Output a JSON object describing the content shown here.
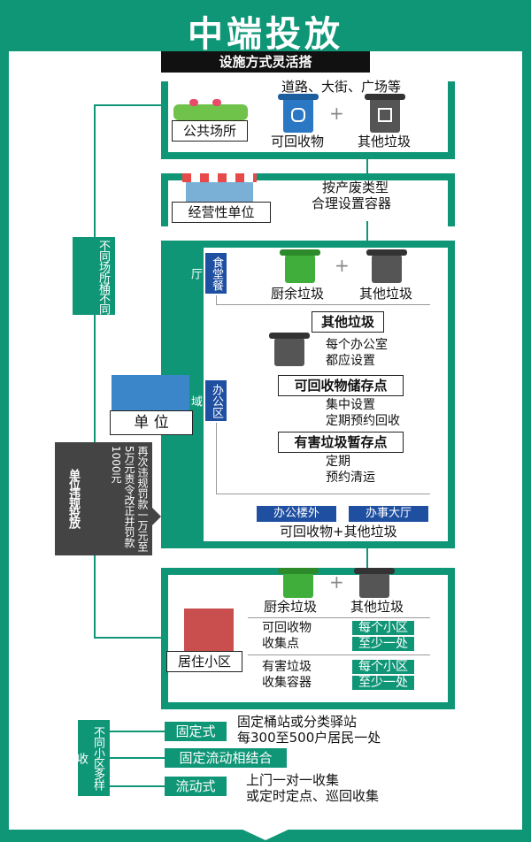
{
  "title": "中端投放",
  "subtitle": "设施方式灵活搭",
  "left_label": "不同场所桶不同",
  "warning": {
    "heading": "单位违规投放",
    "text": "再次违规罚款一万元至5万元责令改正并罚款1000元"
  },
  "public": {
    "label": "公共场所",
    "caption": "道路、大街、广场等",
    "bins": [
      "可回收物",
      "其他垃圾"
    ],
    "plus": "+"
  },
  "business": {
    "label": "经营性单位",
    "line1": "按产废类型",
    "line2": "合理设置容器"
  },
  "unit": {
    "label": "单 位",
    "canteen": {
      "tag": "食堂餐厅",
      "bins": [
        "厨余垃圾",
        "其他垃圾"
      ],
      "plus": "+"
    },
    "office": {
      "tag": "办公区域",
      "other": "其他垃圾",
      "other_desc": [
        "每个办公室",
        "都应设置"
      ],
      "recycle": "可回收物储存点",
      "recycle_desc": [
        "集中设置",
        "定期预约回收"
      ],
      "hazard": "有害垃圾暂存点",
      "hazard_desc": [
        "定期",
        "预约清运"
      ]
    },
    "outside_tags": [
      "办公楼外",
      "办事大厅"
    ],
    "outside_text": "可回收物+其他垃圾"
  },
  "residential": {
    "label": "居住小区",
    "bins": [
      "厨余垃圾",
      "其他垃圾"
    ],
    "plus": "+",
    "rows": [
      {
        "name": [
          "可回收物",
          "收集点"
        ],
        "tags": [
          "每个小区",
          "至少一处"
        ]
      },
      {
        "name": [
          "有害垃圾",
          "收集容器"
        ],
        "tags": [
          "每个小区",
          "至少一处"
        ]
      }
    ]
  },
  "collection": {
    "label": "不同小区多样收",
    "modes": [
      {
        "tag": "固定式",
        "desc": [
          "固定桶站或分类驿站",
          "每300至500户居民一处"
        ]
      },
      {
        "tag": "固定流动相结合",
        "desc": []
      },
      {
        "tag": "流动式",
        "desc": [
          "上门一对一收集",
          "或定时定点、巡回收集"
        ]
      }
    ]
  },
  "colors": {
    "green": "#0f9677",
    "blue": "#1f4fa0",
    "black": "#111111",
    "bin_blue": "#2a78c4",
    "bin_green": "#3fae3a",
    "bin_gray": "#555555"
  }
}
